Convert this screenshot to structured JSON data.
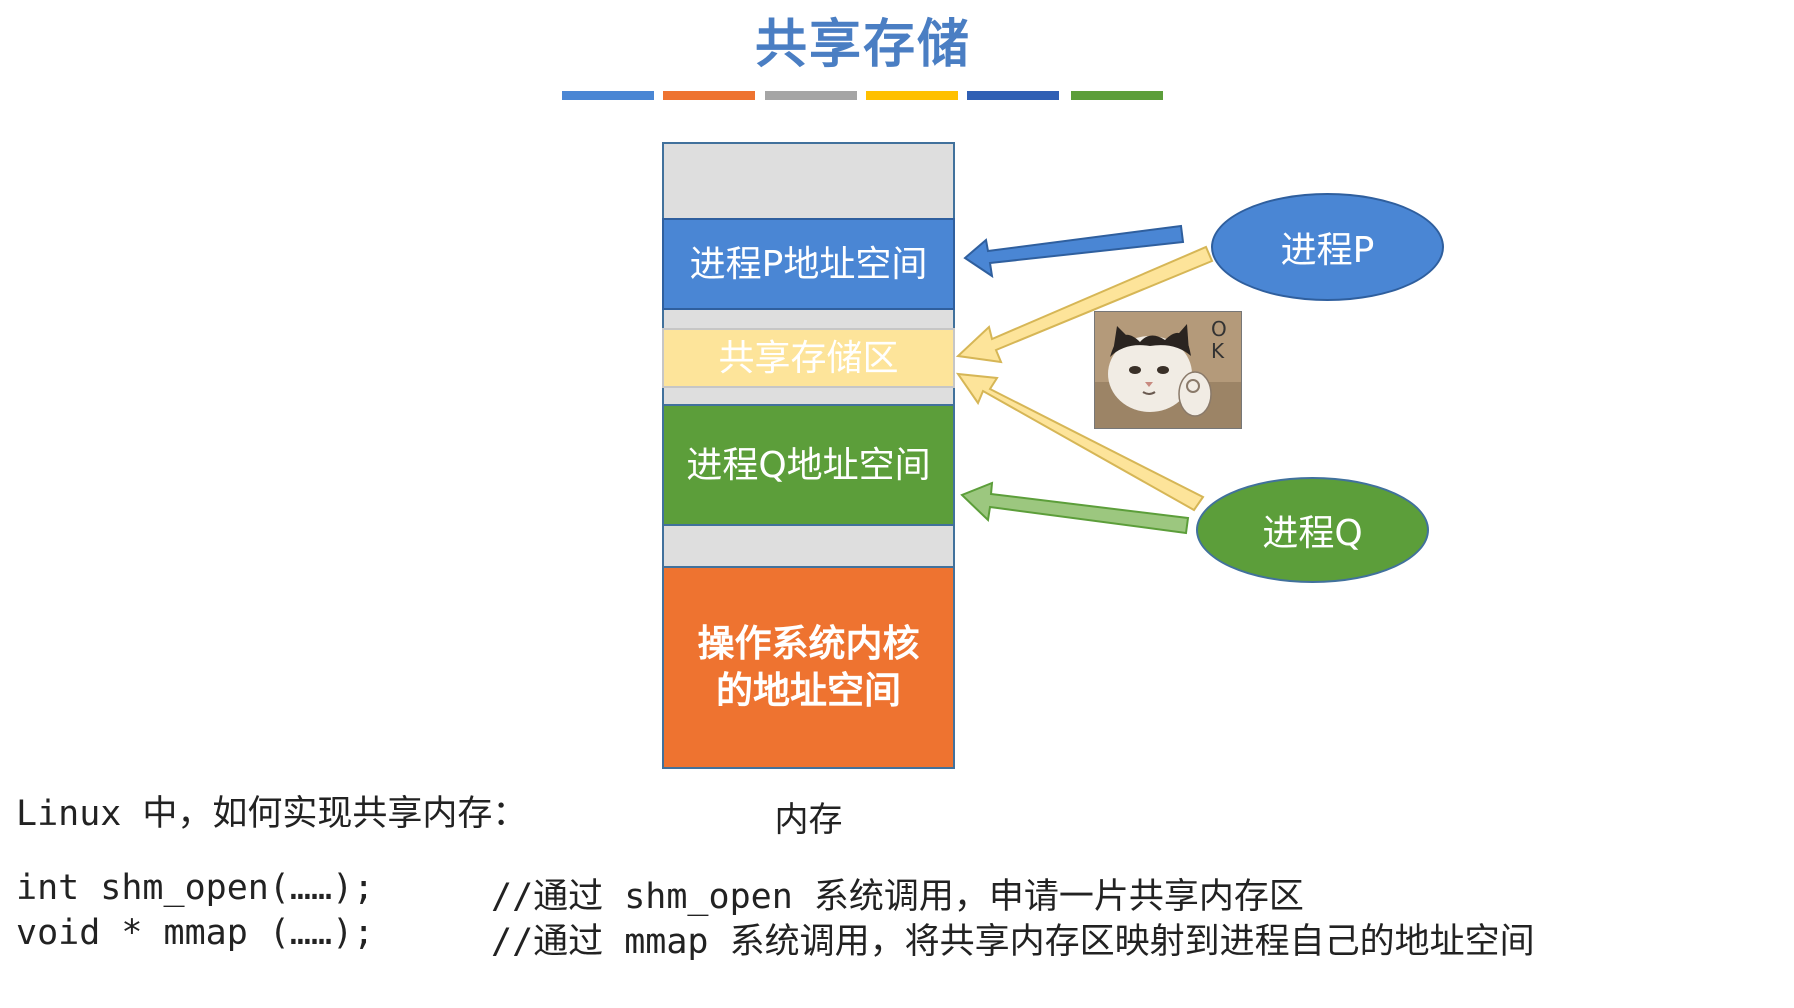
{
  "title": "共享存储",
  "color_bar": [
    "#4a86d4",
    "#ee7330",
    "#a5a5a5",
    "#ffc000",
    "#2f5fb4",
    "#5c9e3a"
  ],
  "memory": {
    "blocks": {
      "process_p": "进程P地址空间",
      "shared": "共享存储区",
      "process_q": "进程Q地址空间",
      "os_line1": "操作系统内核",
      "os_line2": "的地址空间"
    },
    "label": "内存"
  },
  "processes": {
    "p": "进程P",
    "q": "进程Q"
  },
  "sticker": {
    "text": "OK"
  },
  "bottom": {
    "question": "Linux 中，如何实现共享内存：",
    "code_line1": "int shm_open(……);",
    "comment_line1": "//通过 shm_open 系统调用，申请一片共享内存区",
    "code_line2": "void * mmap (……);",
    "comment_line2": "//通过 mmap 系统调用，将共享内存区映射到进程自己的地址空间"
  },
  "colors": {
    "blue": "#4a86d4",
    "green": "#5c9e3a",
    "orange": "#ee7330",
    "yellow": "#fde49a",
    "title": "#4a7ec3"
  }
}
